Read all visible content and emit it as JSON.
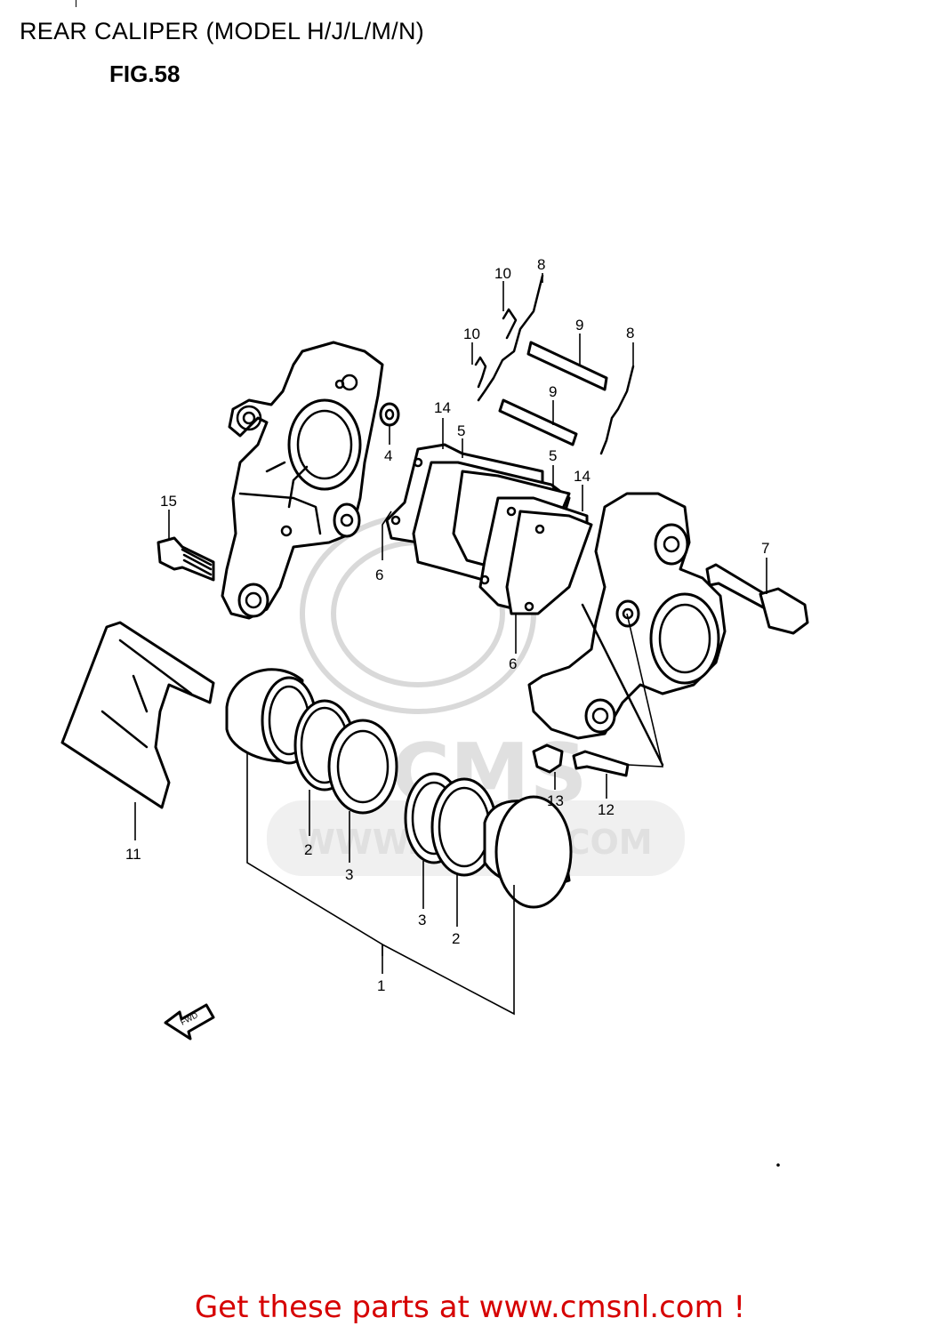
{
  "header": {
    "title": "REAR CALIPER (MODEL H/J/L/M/N)",
    "figure": "FIG.58"
  },
  "watermark": {
    "text": "WWW.CMSNL.COM",
    "logo_text": "CMS"
  },
  "callouts": {
    "c1": "1",
    "c2a": "2",
    "c2b": "2",
    "c3a": "3",
    "c3b": "3",
    "c4": "4",
    "c5a": "5",
    "c5b": "5",
    "c6a": "6",
    "c6b": "6",
    "c7": "7",
    "c8a": "8",
    "c8b": "8",
    "c9a": "9",
    "c9b": "9",
    "c10a": "10",
    "c10b": "10",
    "c11": "11",
    "c12": "12",
    "c13": "13",
    "c14a": "14",
    "c14b": "14",
    "c15": "15"
  },
  "fwd_label": "FWD",
  "footer": {
    "promo": "Get these parts at www.cmsnl.com !",
    "promo_color": "#d60000"
  }
}
